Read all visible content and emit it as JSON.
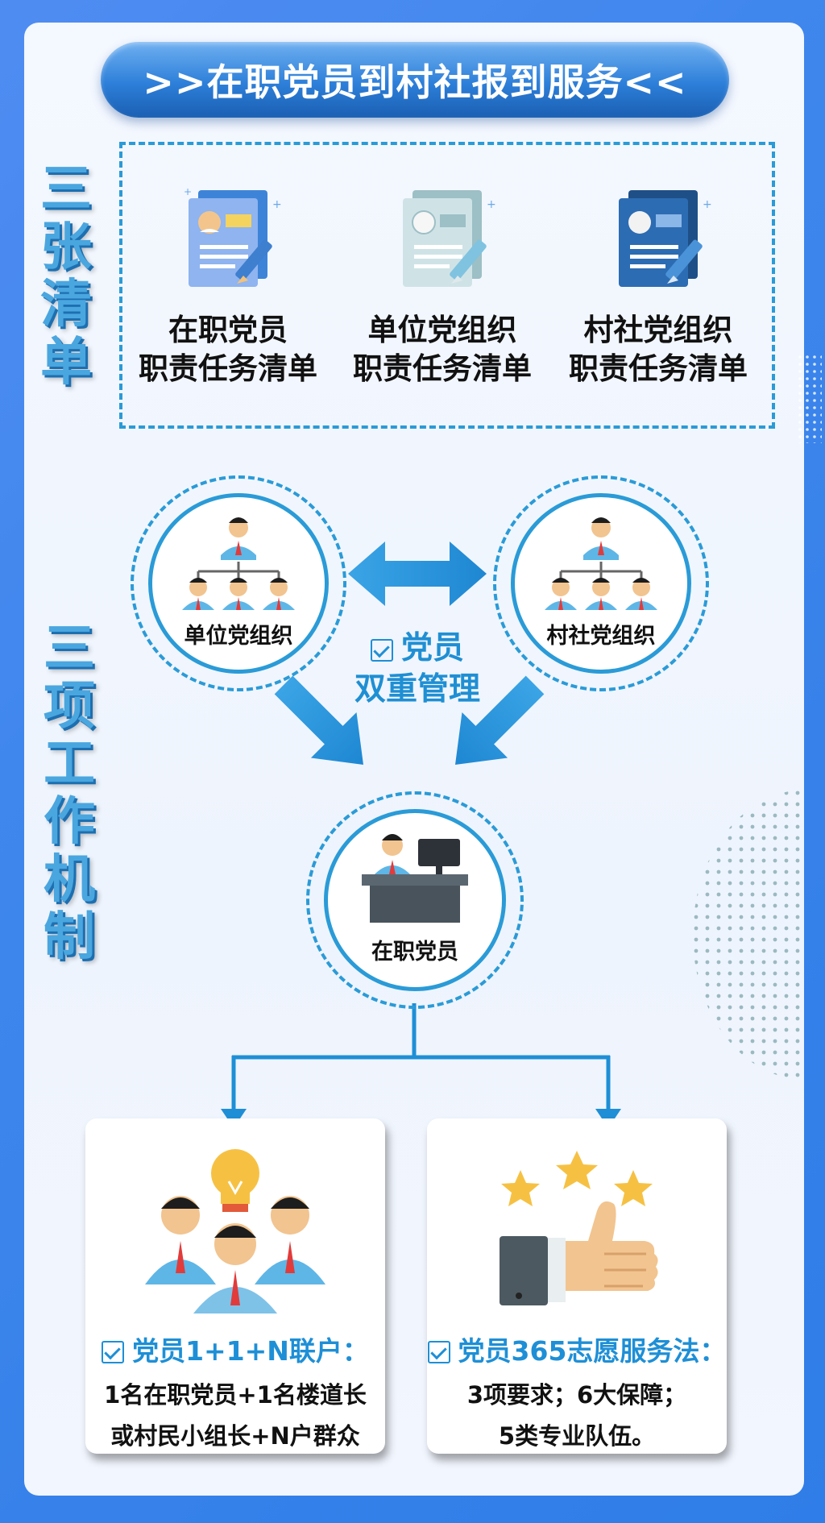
{
  "header": {
    "title": ">>在职党员到村社报到服务<<"
  },
  "section1": {
    "title": "三张清单",
    "items": [
      {
        "line1": "在职党员",
        "line2": "职责任务清单",
        "icon": "resume-document-icon"
      },
      {
        "line1": "单位党组织",
        "line2": "职责任务清单",
        "icon": "resume-document-icon"
      },
      {
        "line1": "村社党组织",
        "line2": "职责任务清单",
        "icon": "resume-document-icon"
      }
    ]
  },
  "section2": {
    "title": "三项工作机制",
    "unit_org": "单位党组织",
    "village_org": "村社党组织",
    "center_line1": "党员",
    "center_line2": "双重管理",
    "member": "在职党员"
  },
  "panels": [
    {
      "title": "党员1+1+N联户：",
      "line1": "1名在职党员+1名楼道长",
      "line2": "或村民小组长+N户群众",
      "icon": "team-idea-icon"
    },
    {
      "title": "党员365志愿服务法：",
      "line1": "3项要求；6大保障；",
      "line2": "5类专业队伍。",
      "icon": "thumbs-up-stars-icon"
    }
  ],
  "colors": {
    "accent": "#2a9bd7",
    "background": "#3d86ec",
    "title_blue": "#1e8fd6"
  }
}
